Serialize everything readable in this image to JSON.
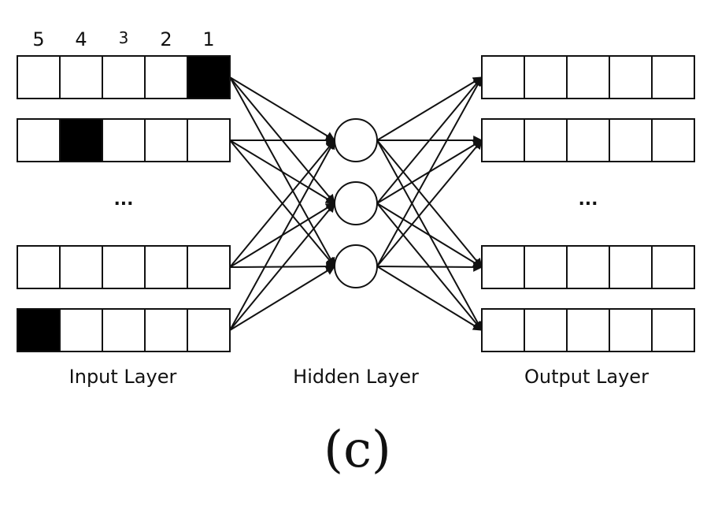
{
  "column_numbers": [
    "5",
    "4",
    "3",
    "2",
    "1"
  ],
  "input_layer": {
    "label": "Input Layer",
    "ellipsis": "...",
    "rows": [
      {
        "filled_cell": 4
      },
      {
        "filled_cell": 1
      },
      {
        "filled_cell": null
      },
      {
        "filled_cell": 0
      }
    ]
  },
  "hidden_layer": {
    "label": "Hidden Layer",
    "node_count": 3
  },
  "output_layer": {
    "label": "Output Layer",
    "ellipsis": "...",
    "rows": [
      {
        "filled_cell": null
      },
      {
        "filled_cell": null
      },
      {
        "filled_cell": null
      },
      {
        "filled_cell": null
      }
    ]
  },
  "caption": "(c)",
  "colors": {
    "stroke": "#111111",
    "filled_cell": "#000000",
    "empty_cell": "#ffffff"
  }
}
